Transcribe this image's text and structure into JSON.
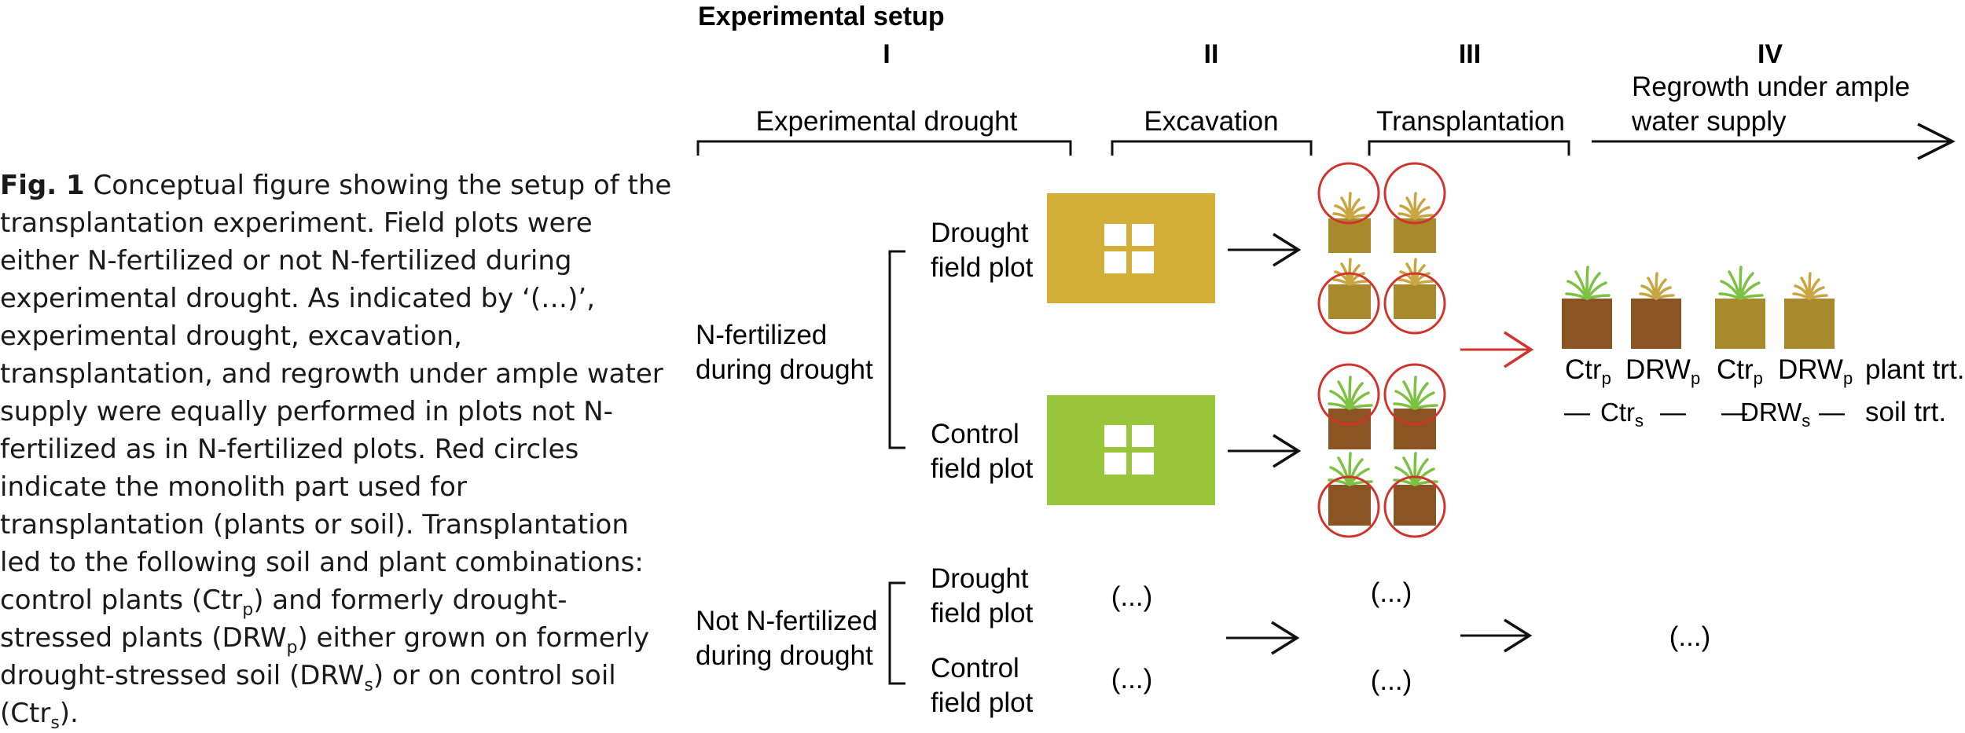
{
  "caption": {
    "lead": "Fig. 1",
    "parts": [
      {
        "t": " Conceptual figure showing the setup of the transplantation experiment. Field plots were either N-fertilized or not N-fertilized during experimental drought. As indicated by ‘(…)’, experimental drought, excavation, transplantation, and regrowth under ample water supply were equally performed in plots not N-fertilized as in N-fertilized plots. Red circles indicate the monolith part used for transplantation (plants or soil). Transplantation led to the following soil and plant combinations: control plants (Ctr"
      },
      {
        "t": "p",
        "sub": true
      },
      {
        "t": ") and formerly drought-stressed plants (DRW"
      },
      {
        "t": "p",
        "sub": true
      },
      {
        "t": ") either grown on formerly drought-stressed soil (DRW"
      },
      {
        "t": "s",
        "sub": true
      },
      {
        "t": ") or on control soil (Ctr"
      },
      {
        "t": "s",
        "sub": true
      },
      {
        "t": ")."
      }
    ]
  },
  "diagram": {
    "title": "Experimental setup",
    "phases": [
      {
        "numeral": "I",
        "label": "Experimental drought"
      },
      {
        "numeral": "II",
        "label": "Excavation"
      },
      {
        "numeral": "III",
        "label": "Transplantation"
      },
      {
        "numeral": "IV",
        "label_line1": "Regrowth under ample",
        "label_line2": "water supply"
      }
    ],
    "groups": {
      "n_fert_line1": "N-fertilized",
      "n_fert_line2": "during drought",
      "not_n_fert_line1": "Not N-fertilized",
      "not_n_fert_line2": "during drought"
    },
    "plots": {
      "drought_line1": "Drought",
      "control_line1": "Control",
      "line2": "field plot"
    },
    "ellipsis": "(...)",
    "results": {
      "ctr": "Ctr",
      "drw": "DRW",
      "p": "p",
      "s": "s",
      "plant_trt": "plant trt.",
      "soil_trt": "soil trt.",
      "dash": "—"
    },
    "colors": {
      "drought_plot": "#d4af37",
      "control_plot": "#98c53a",
      "drought_soil": "#a88a2c",
      "control_soil": "#8a5423",
      "drought_grass": "#c9a640",
      "control_grass": "#7cc242",
      "red": "#d0342c",
      "ink": "#111111"
    }
  }
}
